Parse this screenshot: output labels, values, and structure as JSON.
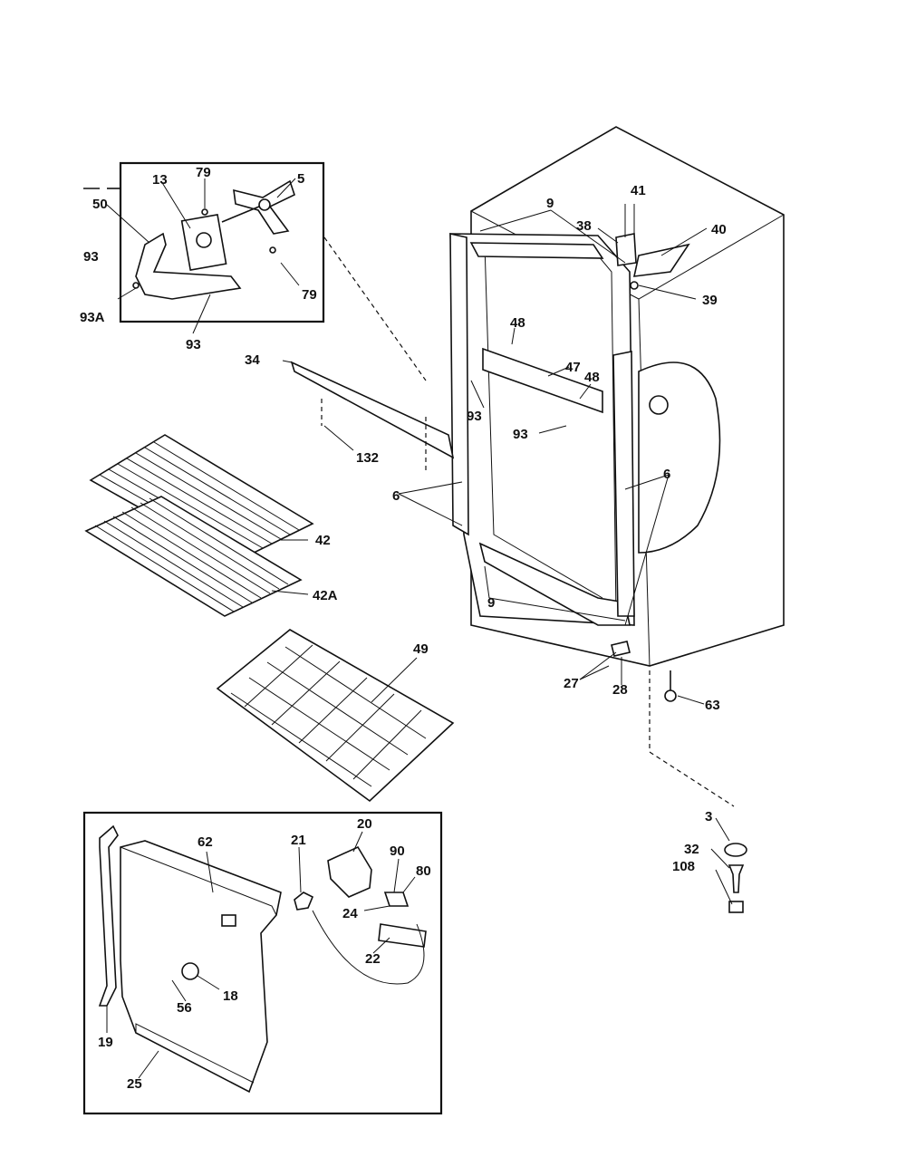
{
  "diagram": {
    "kind": "exploded parts diagram",
    "callouts": {
      "fan_motor_box": [
        "79",
        "13",
        "5",
        "50",
        "93",
        "93A",
        "93",
        "79"
      ],
      "cabinet": [
        "9",
        "38",
        "41",
        "40",
        "39",
        "48",
        "47",
        "48",
        "93",
        "93",
        "6",
        "6",
        "9",
        "27",
        "28",
        "63"
      ],
      "shelves": [
        "34",
        "132",
        "42",
        "42A",
        "49"
      ],
      "leveling": [
        "3",
        "32",
        "108"
      ],
      "toe_grille_box": [
        "62",
        "21",
        "20",
        "90",
        "80",
        "24",
        "22",
        "18",
        "56",
        "19",
        "25"
      ]
    }
  }
}
